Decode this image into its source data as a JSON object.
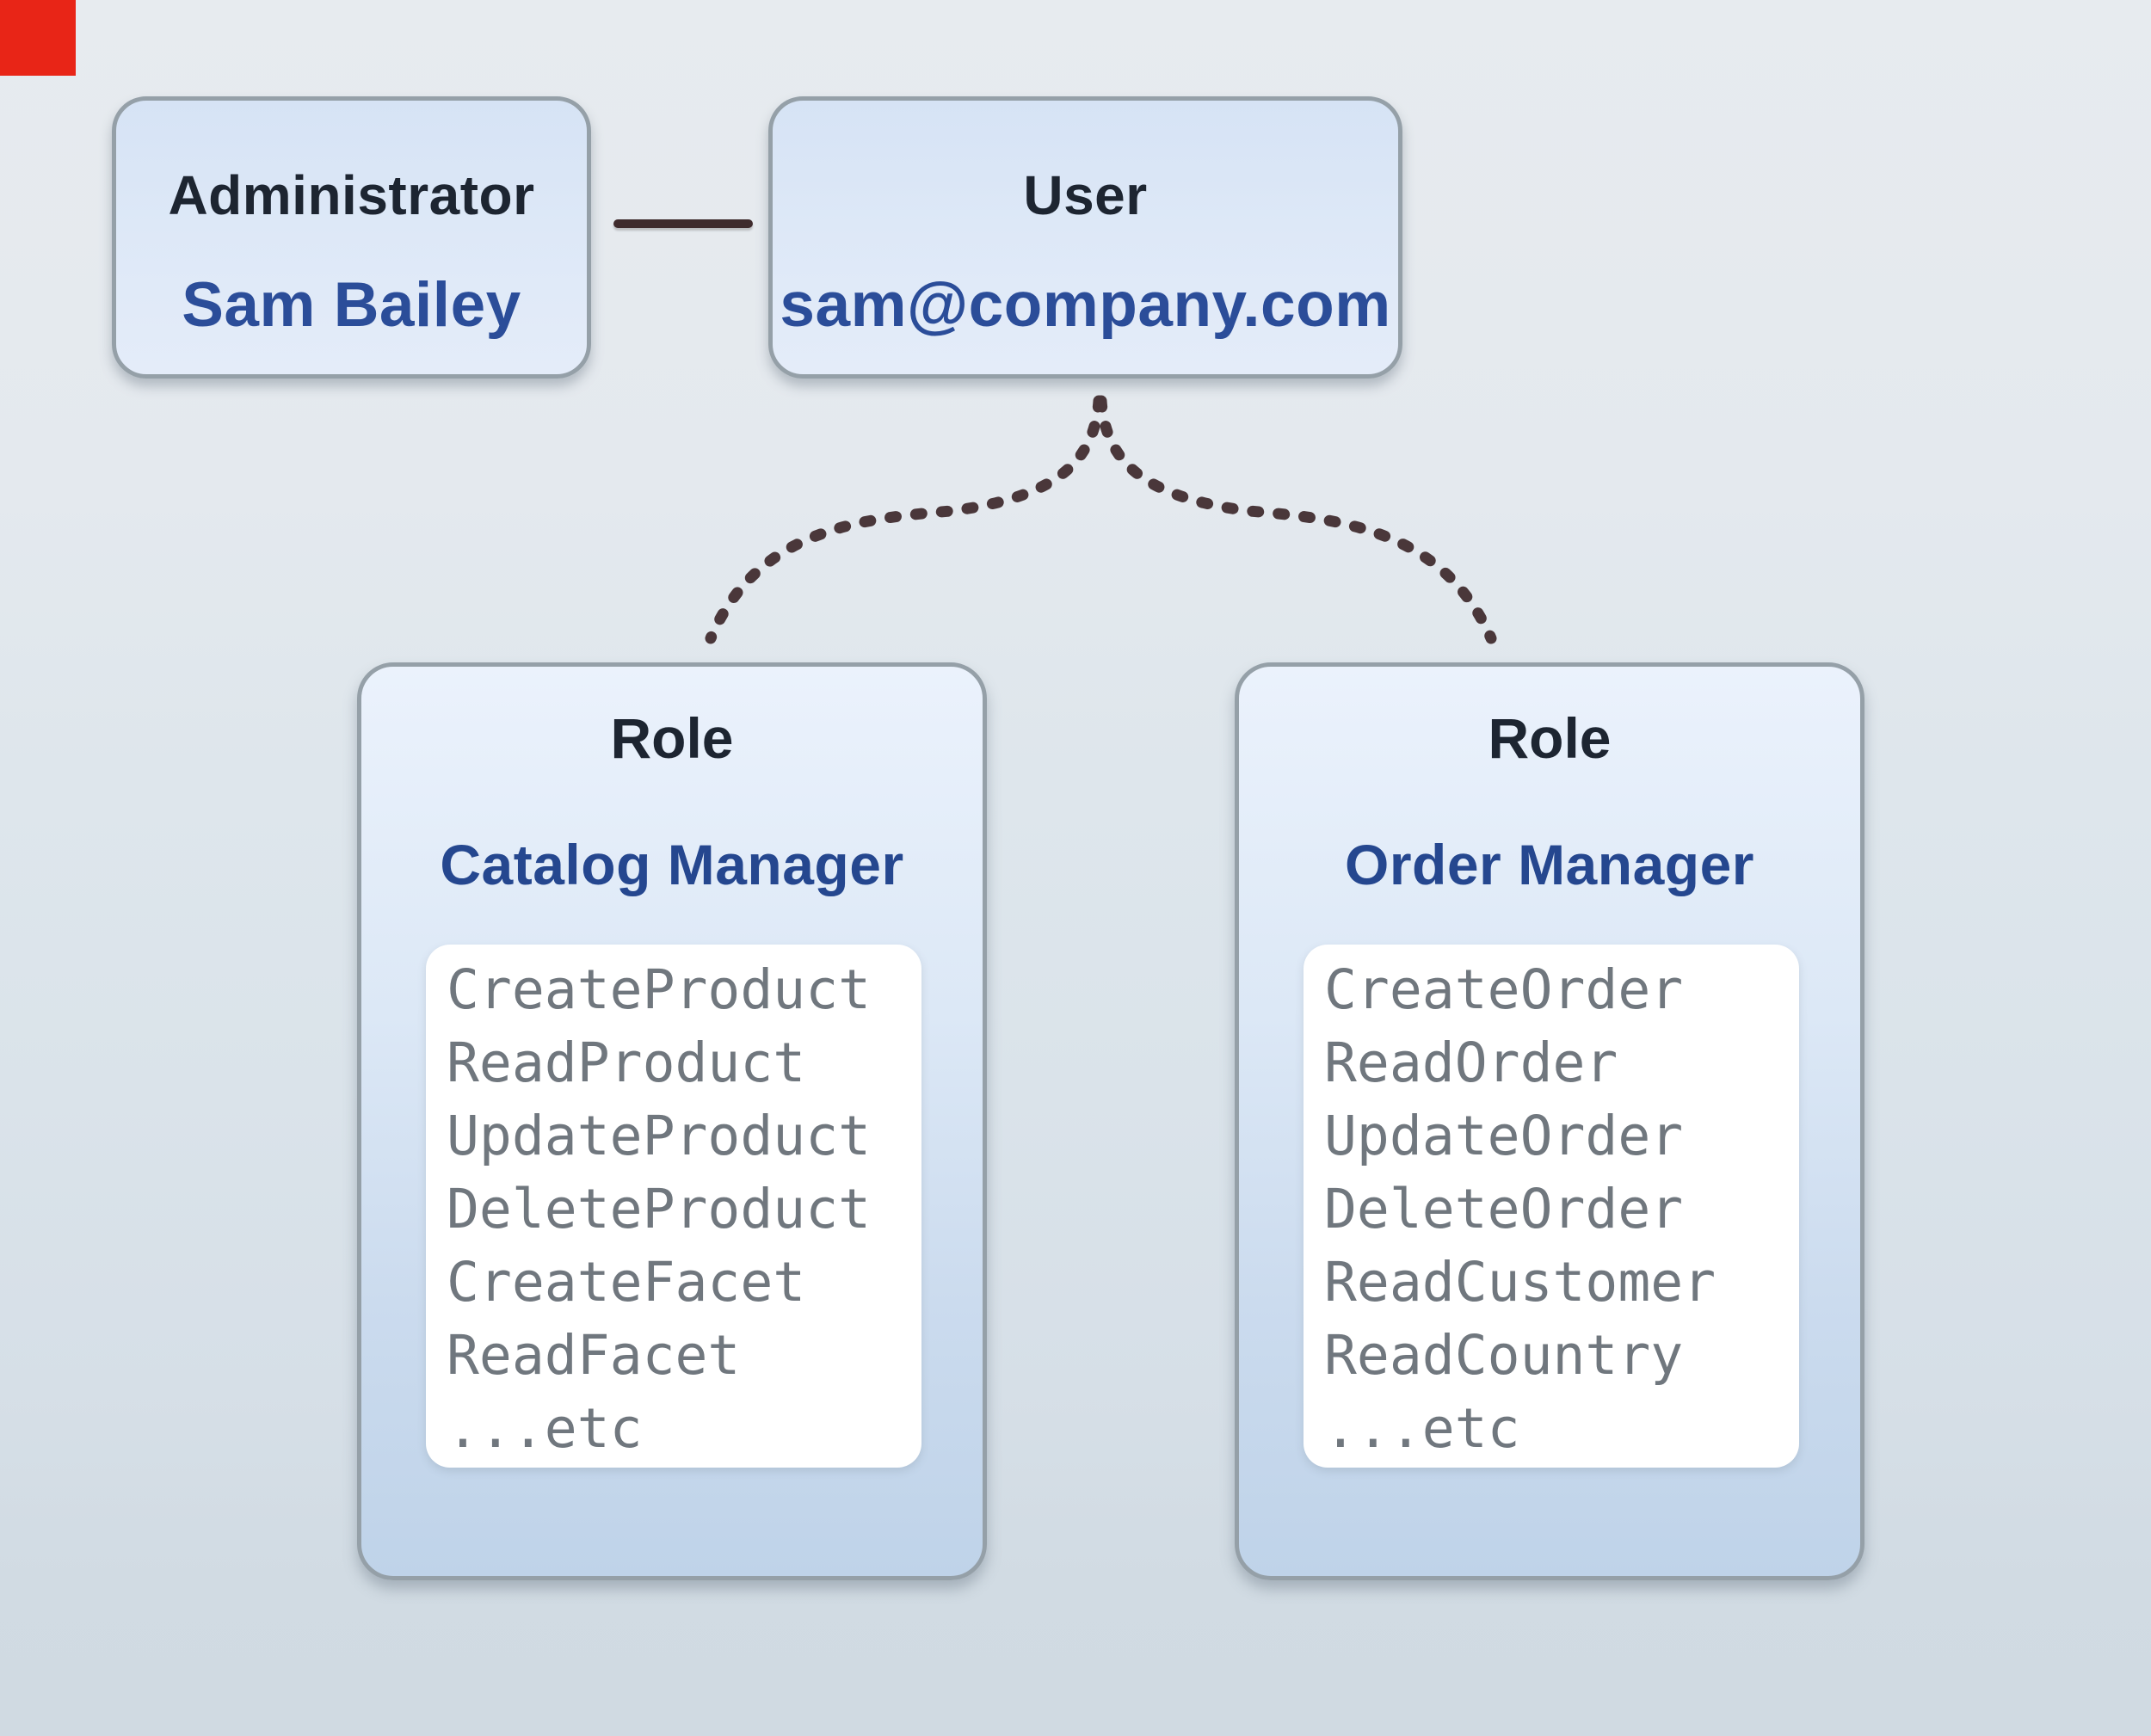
{
  "marker": {
    "color": "#e82517"
  },
  "admin_card": {
    "title": "Administrator",
    "name": "Sam Bailey"
  },
  "user_card": {
    "title": "User",
    "email": "sam@company.com"
  },
  "roles": [
    {
      "title": "Role",
      "name": "Catalog Manager",
      "permissions": [
        "CreateProduct",
        "ReadProduct",
        "UpdateProduct",
        "DeleteProduct",
        "CreateFacet",
        "ReadFacet",
        "...etc"
      ]
    },
    {
      "title": "Role",
      "name": "Order Manager",
      "permissions": [
        "CreateOrder",
        "ReadOrder",
        "UpdateOrder",
        "DeleteOrder",
        "ReadCustomer",
        "ReadCountry",
        "...etc"
      ]
    }
  ],
  "colors": {
    "background_top": "#e7ebef",
    "background_bottom": "#d0dae2",
    "card_border": "#95a0a8",
    "card_fill_top": "#d6e3f5",
    "card_fill_bottom": "#e4ecf9",
    "role_fill_top": "#ebf2fc",
    "role_fill_bottom": "#bfd3e9",
    "heading_text": "#1d2531",
    "blue_text": "#2b4d99",
    "role_name_text": "#25478f",
    "permission_text": "#70777e",
    "panel_fill": "#ffffff",
    "connector_line": "#3f2b2d",
    "dotted_line": "#4a373a"
  }
}
